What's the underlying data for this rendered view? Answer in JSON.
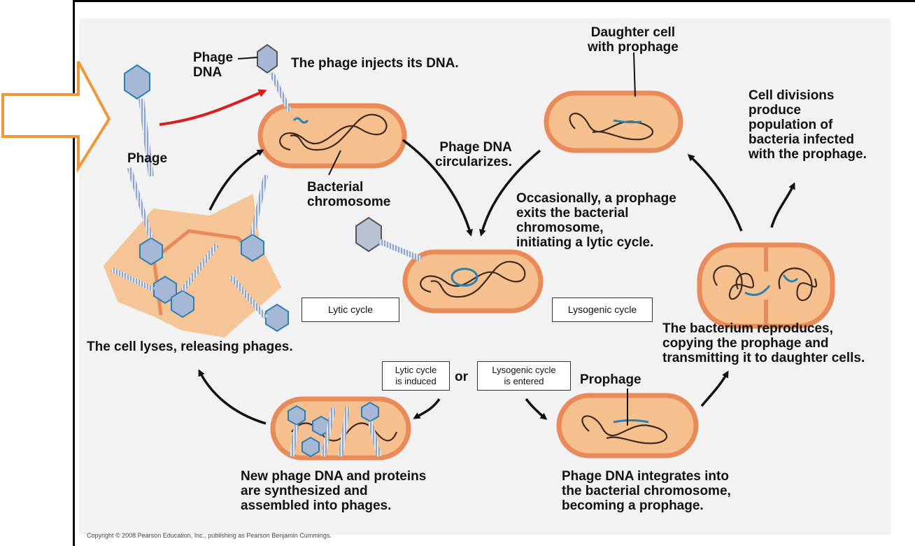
{
  "labels": {
    "phage_dna": "Phage\nDNA",
    "injects": "The phage injects its DNA.",
    "daughter_cell": "Daughter cell\nwith prophage",
    "cell_divisions": "Cell divisions\nproduce\npopulation of\nbacteria infected\nwith the prophage.",
    "phage": "Phage",
    "circularizes": "Phage DNA\ncircularizes.",
    "bacterial_chromosome": "Bacterial\nchromosome",
    "occasionally": "Occasionally, a prophage\nexits the bacterial\nchromosome,\ninitiating a lytic cycle.",
    "lytic_cycle": "Lytic cycle",
    "lysogenic_cycle": "Lysogenic cycle",
    "bacterium_reproduces": "The bacterium reproduces,\ncopying the prophage and\ntransmitting it to daughter cells.",
    "cell_lyses": "The cell lyses, releasing phages.",
    "lytic_induced": "Lytic cycle\nis induced",
    "or": "or",
    "lysogenic_entered": "Lysogenic cycle\nis entered",
    "prophage": "Prophage",
    "new_phage": "New phage DNA and proteins\nare synthesized and\nassembled into phages.",
    "integrates": "Phage DNA integrates into\nthe bacterial chromosome,\nbecoming a prophage.",
    "copyright": "Copyright © 2008 Pearson Education, Inc., publishing as Pearson Benjamin Cummings."
  },
  "colors": {
    "cell_fill": "#f6c08e",
    "cell_wall": "#e88a5a",
    "dna": "#2b7fb3",
    "chromosome": "#3a2a22",
    "phage_head": "#a6b8d6",
    "red_arrow": "#d62020",
    "pointer_arrow": "#f0973a",
    "background": "#f2f2f2"
  }
}
